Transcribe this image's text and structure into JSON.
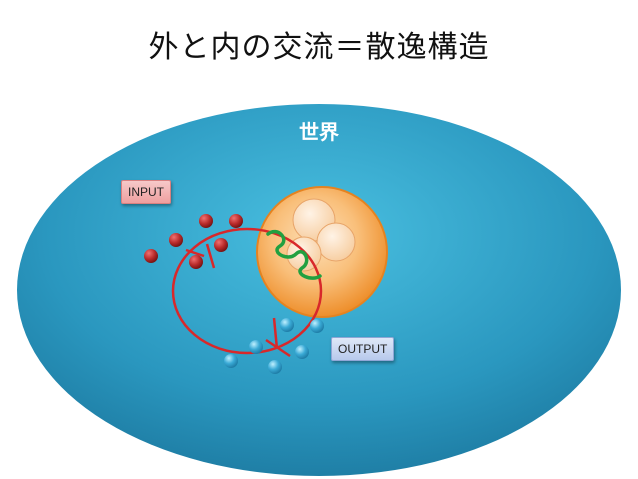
{
  "title": "外と内の交流＝散逸構造",
  "world_label": "世界",
  "input_label": "INPUT",
  "output_label": "OUTPUT",
  "colors": {
    "world_fill": "#2f9fc4",
    "cell_fill": "#f7a64d",
    "cycle_stroke": "#d8282a",
    "wave_stroke": "#22a040",
    "input_particle": "#b82a2a",
    "output_particle": "#39a9d6"
  }
}
